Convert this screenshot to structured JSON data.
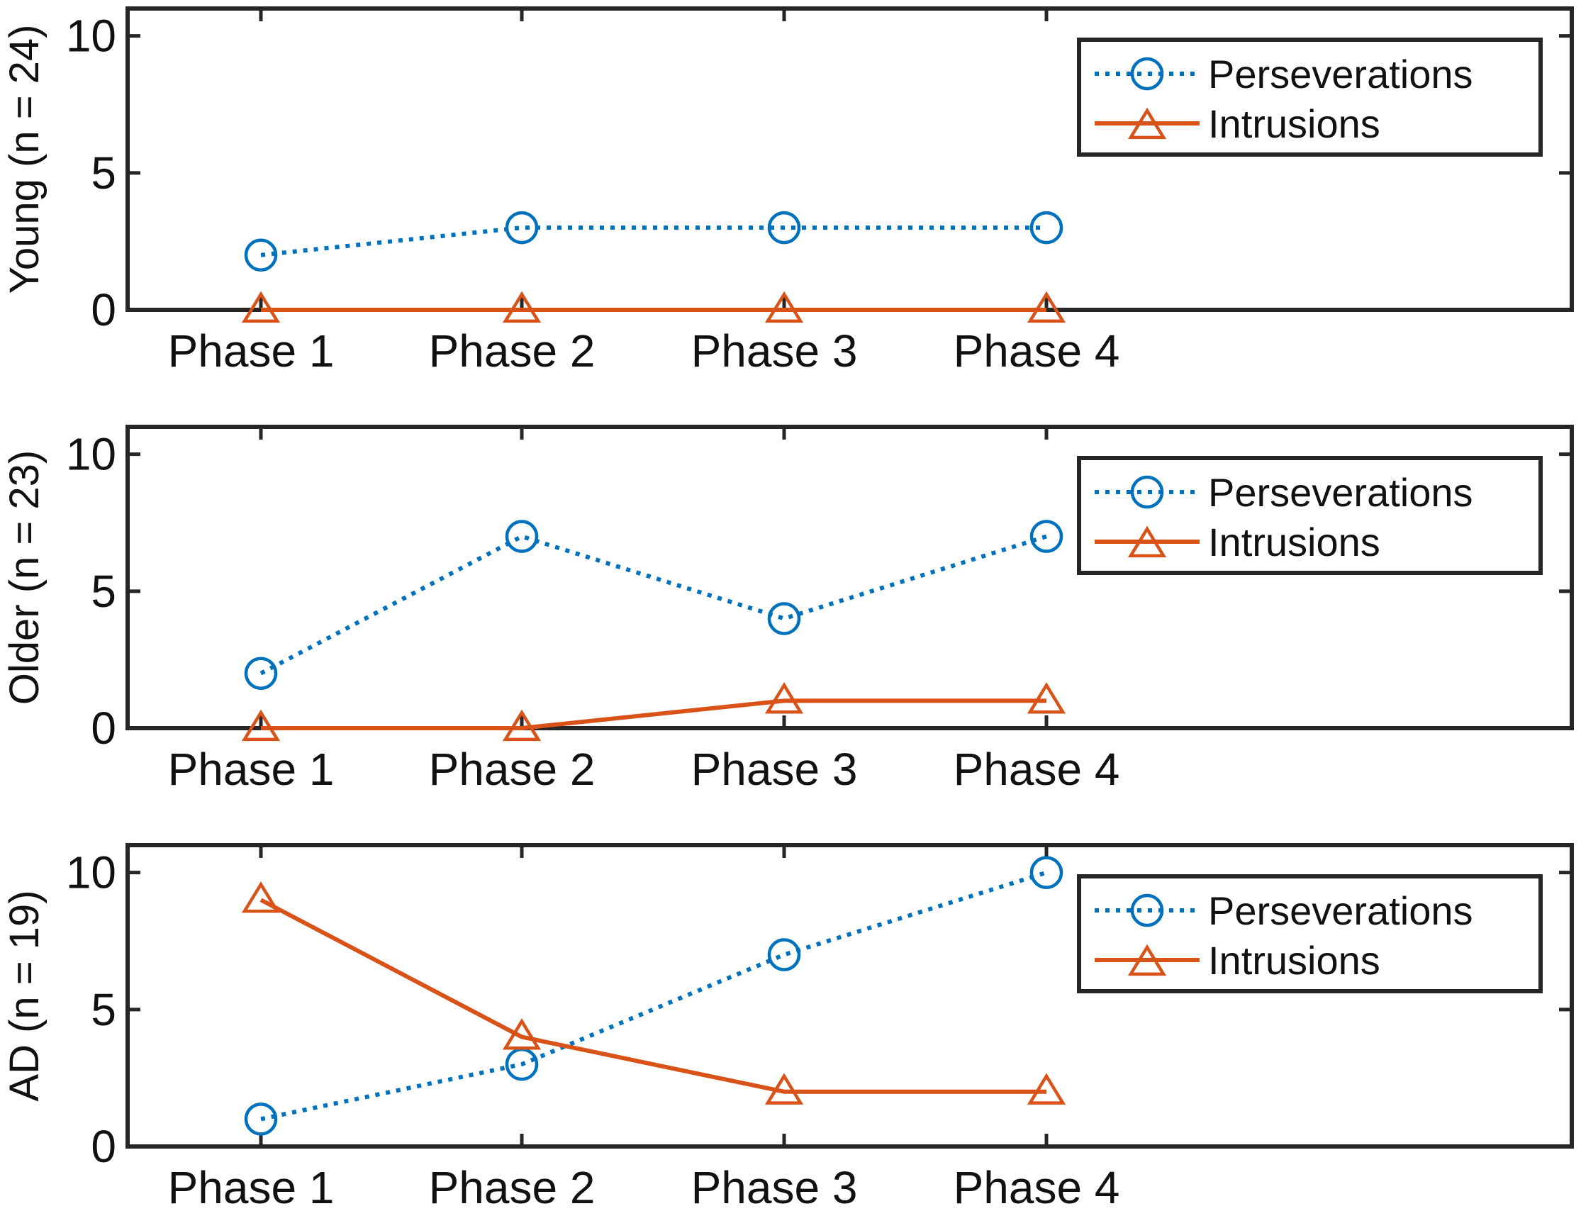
{
  "chart_data": [
    {
      "type": "line",
      "ylabel": "Young (n = 24)",
      "categories": [
        "Phase 1",
        "Phase 2",
        "Phase 3",
        "Phase 4"
      ],
      "ylim": [
        0,
        11
      ],
      "yticks": [
        "0",
        "5",
        "10"
      ],
      "legend_position": "top-right",
      "series": [
        {
          "name": "Perseverations",
          "values": [
            2,
            3,
            3,
            3
          ],
          "color": "#0072BD",
          "line": "dotted",
          "marker": "circle"
        },
        {
          "name": "Intrusions",
          "values": [
            0,
            0,
            0,
            0
          ],
          "color": "#D95319",
          "line": "solid",
          "marker": "triangle"
        }
      ]
    },
    {
      "type": "line",
      "ylabel": "Older (n = 23)",
      "categories": [
        "Phase 1",
        "Phase 2",
        "Phase 3",
        "Phase 4"
      ],
      "ylim": [
        0,
        11
      ],
      "yticks": [
        "0",
        "5",
        "10"
      ],
      "legend_position": "top-right",
      "series": [
        {
          "name": "Perseverations",
          "values": [
            2,
            7,
            4,
            7
          ],
          "color": "#0072BD",
          "line": "dotted",
          "marker": "circle"
        },
        {
          "name": "Intrusions",
          "values": [
            0,
            0,
            1,
            1
          ],
          "color": "#D95319",
          "line": "solid",
          "marker": "triangle"
        }
      ]
    },
    {
      "type": "line",
      "ylabel": "AD (n = 19)",
      "categories": [
        "Phase 1",
        "Phase 2",
        "Phase 3",
        "Phase 4"
      ],
      "ylim": [
        0,
        11
      ],
      "yticks": [
        "0",
        "5",
        "10"
      ],
      "legend_position": "top-right",
      "series": [
        {
          "name": "Perseverations",
          "values": [
            1,
            3,
            7,
            10
          ],
          "color": "#0072BD",
          "line": "dotted",
          "marker": "circle"
        },
        {
          "name": "Intrusions",
          "values": [
            9,
            4,
            2,
            2
          ],
          "color": "#D95319",
          "line": "solid",
          "marker": "triangle"
        }
      ]
    }
  ]
}
